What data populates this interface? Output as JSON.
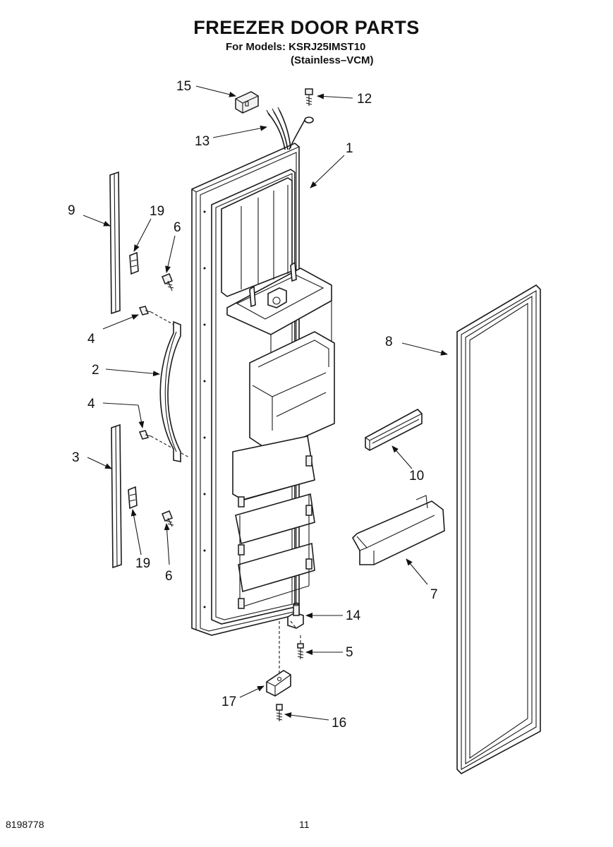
{
  "header": {
    "title": "FREEZER DOOR PARTS",
    "models": "For Models: KSRJ25IMST10",
    "variant": "(Stainless–VCM)"
  },
  "footer": {
    "doc_number": "8198778",
    "page_number": "11"
  },
  "callouts": {
    "c1": "1",
    "c2": "2",
    "c3": "3",
    "c4a": "4",
    "c4b": "4",
    "c5": "5",
    "c6a": "6",
    "c6b": "6",
    "c7": "7",
    "c8": "8",
    "c9": "9",
    "c10": "10",
    "c12": "12",
    "c13": "13",
    "c14": "14",
    "c15": "15",
    "c16": "16",
    "c17": "17",
    "c19a": "19",
    "c19b": "19"
  }
}
